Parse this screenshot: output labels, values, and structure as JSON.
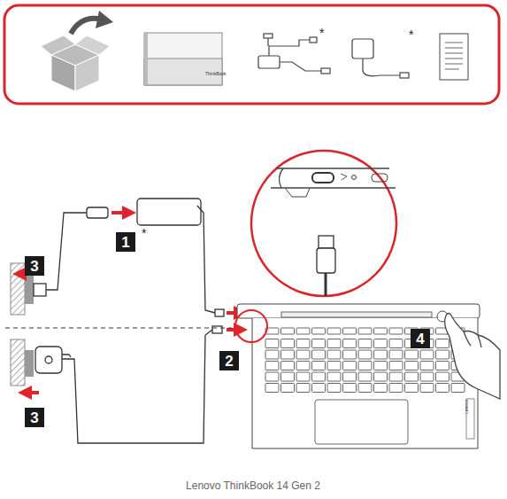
{
  "diagram": {
    "caption": "Lenovo ThinkBook 14 Gen 2",
    "labels": [
      "ThinkBook",
      "*",
      "*",
      "*",
      "1",
      "2",
      "3",
      "3",
      "4",
      "Lenovo"
    ]
  }
}
